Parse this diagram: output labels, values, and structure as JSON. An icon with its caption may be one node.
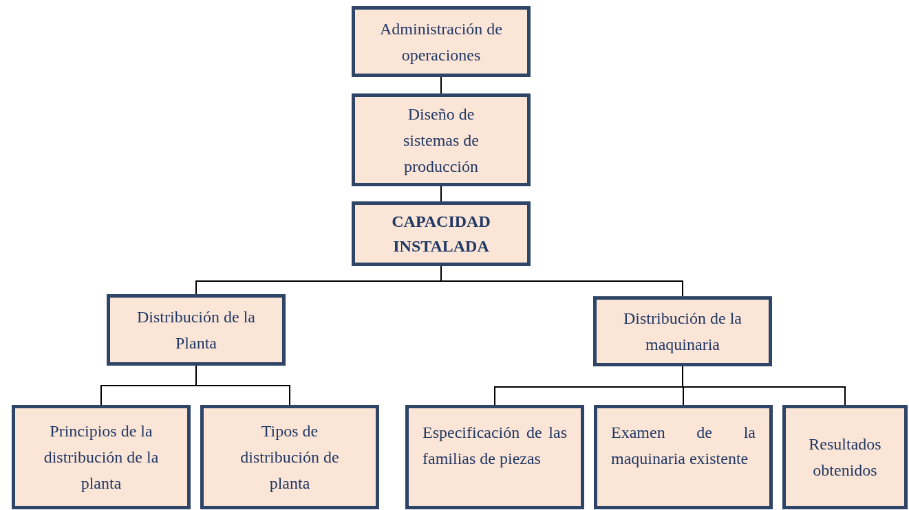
{
  "diagram": {
    "nodes": [
      {
        "text": [
          "Administración de operaciones"
        ]
      },
      {
        "text": [
          "Diseño de sistemas de producción"
        ]
      },
      {
        "text": [
          "CAPACIDAD INSTALADA"
        ]
      },
      {
        "text": [
          "Distribución de la Planta"
        ]
      },
      {
        "text": [
          "Distribución de la maquinaria"
        ]
      },
      {
        "text": [
          "Principios de la distribución de la planta"
        ]
      },
      {
        "text": [
          "Tipos de distribución de planta"
        ]
      },
      {
        "text": [
          "Especificación de las familias de piezas"
        ]
      },
      {
        "text": [
          "Examen de la maquinaria existente"
        ]
      },
      {
        "text": [
          "Resultados obtenidos"
        ]
      }
    ],
    "edges": [
      {
        "from": 0,
        "to": 1,
        "arrow": "none"
      },
      {
        "from": 1,
        "to": 2,
        "arrow": "none"
      },
      {
        "from": 2,
        "to": 3,
        "arrow": "none"
      },
      {
        "from": 2,
        "to": 4,
        "arrow": "none"
      },
      {
        "from": 3,
        "to": 5,
        "arrow": "none"
      },
      {
        "from": 3,
        "to": 6,
        "arrow": "none"
      },
      {
        "from": 4,
        "to": 7,
        "arrow": "none"
      },
      {
        "from": 4,
        "to": 8,
        "arrow": "none"
      },
      {
        "from": 4,
        "to": 9,
        "arrow": "none"
      }
    ]
  }
}
